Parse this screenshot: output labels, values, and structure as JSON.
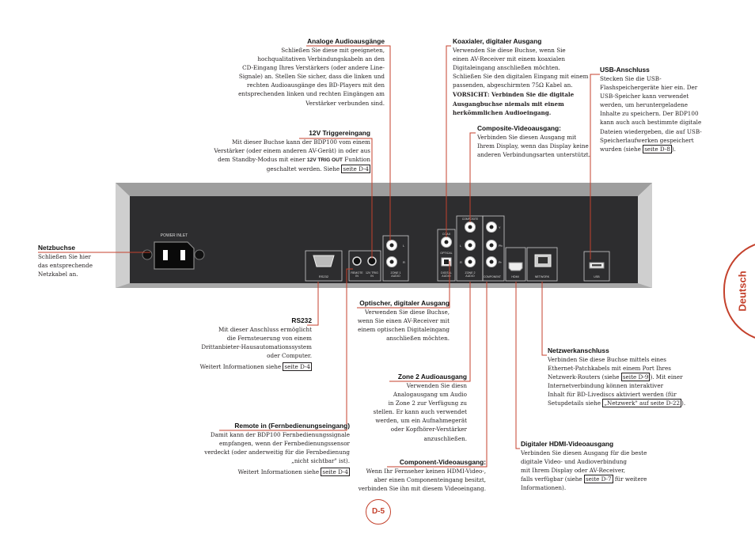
{
  "tab": {
    "label": "Deutsch"
  },
  "page_number": "D-5",
  "device": {
    "power_inlet": "POWER INLET",
    "rs232": "RS232",
    "remote_in": "REMOTE\nIN",
    "trig_in": "12V TRIG\nIN",
    "zone1_audio": "ZONE 1\nAUDIO",
    "coax": "COAX",
    "optical": "OPTICAL",
    "digital_audio": "DIGITAL\nAUDIO",
    "composite": "COMPOSITE",
    "zone2_audio": "ZONE 2\nAUDIO",
    "component": "COMPONENT",
    "hdmi": "HDMI",
    "network": "NETWORK",
    "usb": "USB",
    "ch_l": "L",
    "ch_r": "R",
    "ch_y": "Y",
    "ch_pb": "Pb",
    "ch_pr": "Pr"
  },
  "annotations": {
    "analog": {
      "heading": "Analoge Audioausgänge",
      "body": [
        "Schließen Sie diese mit geeigneten,",
        "hochqualitativen Verbindungskabeln an den",
        "CD-Eingang Ihres Verstärkers (oder andere Line-",
        "Signale) an. Stellen Sie sicher, dass die linken und",
        "rechten Audioausgänge des BD-Players mit den",
        "entsprechenden linken und rechten Eingängen am",
        "Verstärker verbunden sind."
      ]
    },
    "trigger": {
      "heading": "12V Triggereingang",
      "l1": "Mit dieser Buchse kann der BDP100 vom einem",
      "l2": "Verstärker (oder einem anderen AV-Gerät) in oder aus",
      "l3a": "dem Standby-Modus mit einer ",
      "l3b": "12V TRIG OUT",
      "l3c": " Funktion",
      "l4": "geschaltet werden. Siehe ",
      "link": "seite D-4",
      "end": "."
    },
    "coax": {
      "heading": "Koaxialer, digitaler Ausgang",
      "body": [
        "Verwenden Sie diese Buchse, wenn Sie",
        "einen AV-Receiver mit einem koaxialen",
        "Digitaleingang anschließen möchten.",
        "Schließen Sie den digitalen Eingang mit einem",
        "passenden, abgeschirmten 75Ω Kabel an."
      ],
      "warning": [
        "VORSICHT: Verbinden Sie die digitale",
        "Ausgangbuchse niemals mit einem",
        "herkömmlichen Audioeingang."
      ]
    },
    "composite": {
      "heading": "Composite-Videoausgang:",
      "body": [
        "Verbinden Sie diesen Ausgang mit",
        "Ihrem Display, wenn das Display keine",
        "anderen Verbindungsarten unterstützt."
      ]
    },
    "usb": {
      "heading": "USB-Anschluss",
      "body": [
        "Stecken Sie die USB-",
        "Flashspeichergeräte hier ein. Der",
        "USB-Speicher kann verwendet",
        "werden, um heruntergeladene",
        "Inhalte zu speichern. Der BDP100",
        "kann auch auch bestimmte digitale",
        "Dateien wiedergeben, die auf USB-",
        "Speicherlaufwerken gespeichert"
      ],
      "last": "wurden (siehe ",
      "link": "seite D-8",
      "end": ")."
    },
    "power": {
      "heading": "Netzbuchse",
      "body": [
        "Schließen Sie hier",
        "das entsprechende",
        "Netzkabel an."
      ]
    },
    "rs232": {
      "heading": "RS232",
      "body": [
        "Mit dieser Anschluss ermöglicht",
        "die Fernsteuerung von einem",
        "Drittanbieter-Hausautomationssystem",
        "oder Computer."
      ],
      "more": "Weitert Informationen siehe ",
      "link": "seite D-4",
      "end": "."
    },
    "optical": {
      "heading": "Optischer, digitaler Ausgang",
      "body": [
        "Verwenden Sie diese Buchse,",
        "wenn Sie einen AV-Receiver mit",
        "einem optischen Digitaleingang",
        "anschließen möchten."
      ]
    },
    "network": {
      "heading": "Netzwerkanschluss",
      "l1": "Verbinden Sie diese Buchse mittels eines",
      "l2": "Ethernet-Patchkabels mit einem Port Ihres",
      "l3a": "Netzwerk-Routers (siehe ",
      "l3link": "seite D-9",
      "l3b": "). Mit einer",
      "l4": "Internetverbindung können interaktiver",
      "l5": "Inhalt für BD-Livediscs aktiviert werden (für",
      "l6a": "Setupdetails siehe ",
      "l6link": "„Netzwerk\" auf seite D-22",
      "l6b": ")."
    },
    "zone2": {
      "heading": "Zone 2 Audioausgang",
      "body": [
        "Verwenden Sie diesn",
        "Analogausgang um Audio",
        "in Zone 2 zur Verfügung zu",
        "stellen. Er kann auch verwendet",
        "werden, um ein Aufnahmegerät",
        "oder Kopfhörer-Verstärker",
        "anzuschließen."
      ]
    },
    "remote": {
      "heading": "Remote in (Fernbedienungseingang)",
      "body": [
        "Damit kann der BDP100 Fernbedienungssignale",
        "empfangen, wenn der Fernbedienungssensor",
        "verdeckt (oder anderweitig für die Fernbedienung",
        "„nicht sichtbar\" ist)."
      ],
      "more": "Weitert Informationen siehe ",
      "link": "seite D-4",
      "end": "."
    },
    "hdmi": {
      "heading": "Digitaler HDMI-Videoausgang",
      "l1": "Verbinden Sie diesen Ausgang für die beste",
      "l2": "digitale Video- und Audioverbindung",
      "l3": "mit Ihrem Display oder AV-Receiver,",
      "l4a": "falls verfügbar (siehe ",
      "link": "seite D-7",
      "l4b": " für weitere",
      "l5": "Informationen)."
    },
    "component": {
      "heading": "Component-Videoausgang:",
      "body": [
        "Wenn Ihr Fernseher keinen HDMI-Video-,",
        "aber einen Componenteingang besitzt,",
        "verbinden Sie ihn mit diesem Videoeingang."
      ]
    }
  },
  "colors": {
    "accent": "#c4412c",
    "panel": "#2d2d2f",
    "chassis": "#cfcfcf"
  }
}
